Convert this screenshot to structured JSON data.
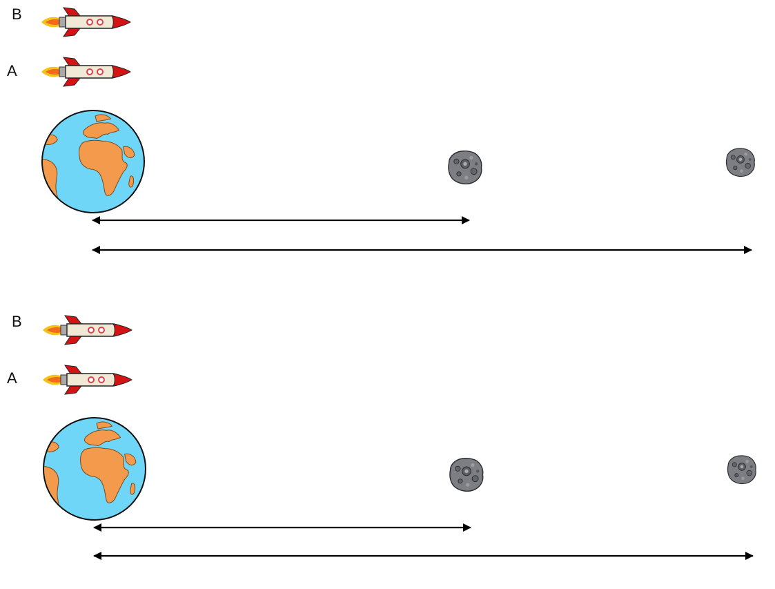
{
  "panels": [
    {
      "rocket_b_label": "B",
      "rocket_a_label": "A"
    },
    {
      "rocket_b_label": "B",
      "rocket_a_label": "A"
    }
  ],
  "icons": {
    "rocket": "rocket-icon",
    "earth": "earth-icon",
    "asteroid": "asteroid-icon",
    "arrow": "double-arrow"
  },
  "colors": {
    "ocean": "#6fd6f7",
    "land": "#f39a4c",
    "rocket_body": "#efe9d6",
    "rocket_fin": "#d41414",
    "flame": "#f5c21a",
    "asteroid": "#7c7e83",
    "arrow": "#000000"
  }
}
